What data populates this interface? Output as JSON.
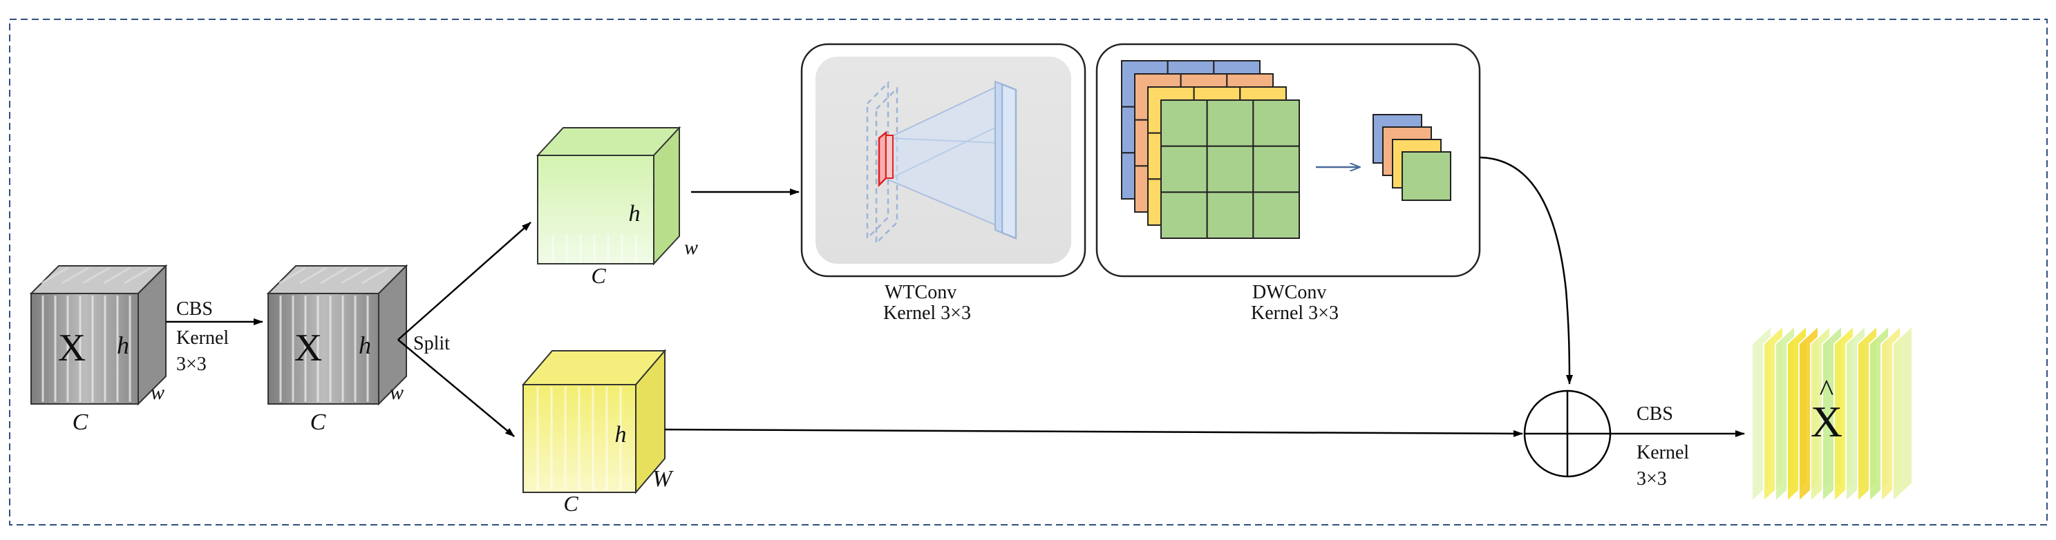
{
  "input_cube": {
    "symbol": "X",
    "h": "h",
    "w": "w",
    "c": "C"
  },
  "cbs1": {
    "line1": "CBS",
    "line2": "Kernel",
    "line3": "3×3"
  },
  "mid_cube": {
    "symbol": "X",
    "h": "h",
    "w": "w",
    "c": "C"
  },
  "split_label": "Split",
  "green_cube": {
    "h": "h",
    "w": "w",
    "c": "C"
  },
  "yellow_cube": {
    "h": "h",
    "w": "W",
    "c": "C"
  },
  "wtconv": {
    "name": "WTConv",
    "kernel": "Kernel 3×3"
  },
  "dwconv": {
    "name": "DWConv",
    "kernel": "Kernel 3×3"
  },
  "cbs2": {
    "line1": "CBS",
    "line2": "Kernel",
    "line3": "3×3"
  },
  "output": {
    "symbol": "X",
    "hat": "^"
  },
  "colors": {
    "gray_cube": "#9a9a9a",
    "green_cube": "#d8f5b8",
    "yellow_cube": "#f5f08a",
    "dw_blue": "#8fa8dc",
    "dw_orange": "#f4b183",
    "dw_yellow": "#ffd966",
    "dw_green": "#a9d18e",
    "border_dash": "#2f4f7f"
  }
}
